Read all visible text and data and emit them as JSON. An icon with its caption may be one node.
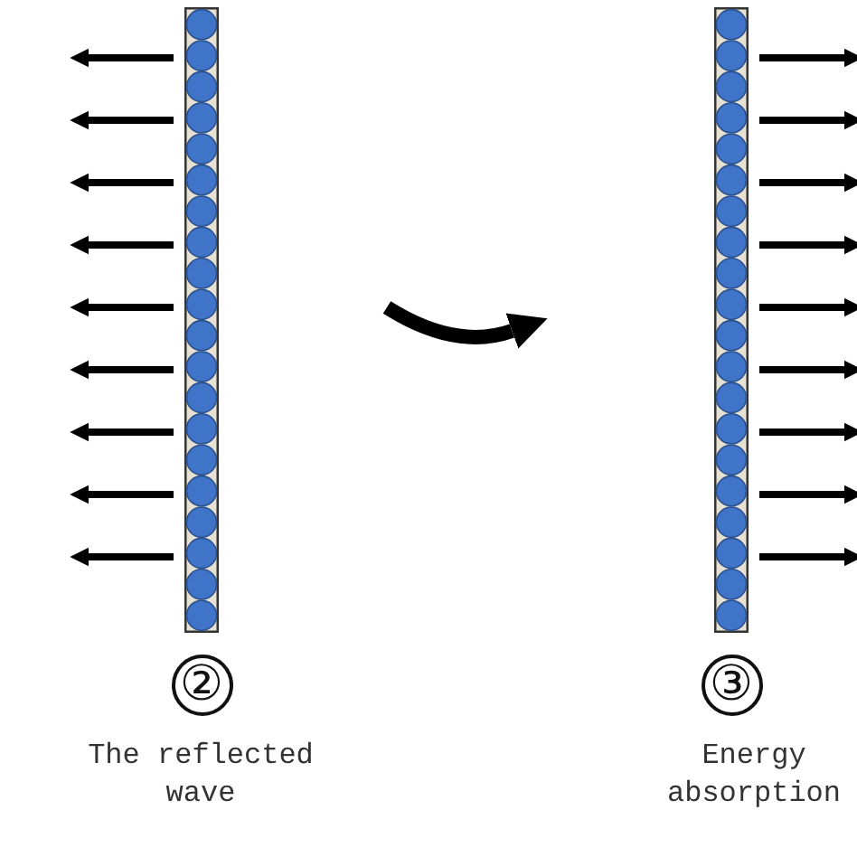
{
  "diagram": {
    "nodes": [
      {
        "text": [
          "②",
          "The reflected wave"
        ]
      },
      {
        "text": [
          "③",
          "Energy absorption"
        ]
      }
    ],
    "edges": [
      {
        "from": 0,
        "to": 1,
        "arrow": "to"
      }
    ]
  }
}
